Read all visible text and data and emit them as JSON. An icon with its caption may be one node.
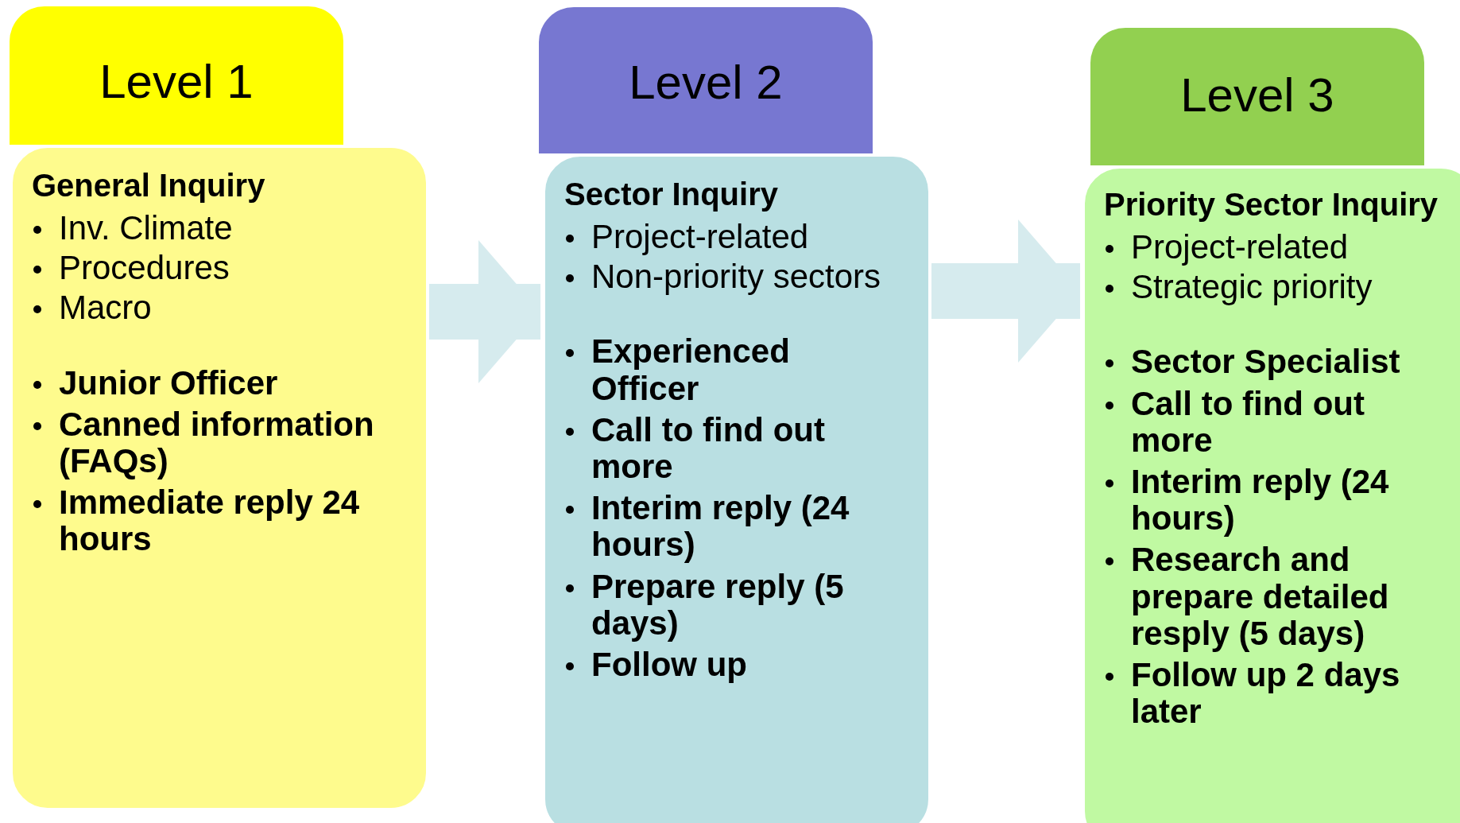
{
  "diagram": {
    "nodes": [
      {
        "text": [
          "Level 1"
        ]
      },
      {
        "text": [
          "General Inquiry",
          "Inv. Climate",
          "Procedures",
          "Macro",
          "Junior Officer",
          "Canned information (FAQs)",
          "Immediate reply 24 hours"
        ]
      },
      {
        "text": [
          "Level 2"
        ]
      },
      {
        "text": [
          "Sector Inquiry",
          "Project-related",
          "Non-priority sectors",
          "Experienced Officer",
          "Call to find out more",
          "Interim reply (24 hours)",
          "Prepare reply (5 days)",
          "Follow  up"
        ]
      },
      {
        "text": [
          "Level 3"
        ]
      },
      {
        "text": [
          "Priority Sector Inquiry",
          "Project-related",
          "Strategic priority",
          "Sector Specialist",
          "Call to find out more",
          "Interim reply (24 hours)",
          "Research and prepare detailed resply (5 days)",
          "Follow up 2 days later"
        ]
      }
    ],
    "edges": [
      {
        "from": 1,
        "to": 3,
        "arrow": "to"
      },
      {
        "from": 3,
        "to": 5,
        "arrow": "to"
      }
    ]
  }
}
